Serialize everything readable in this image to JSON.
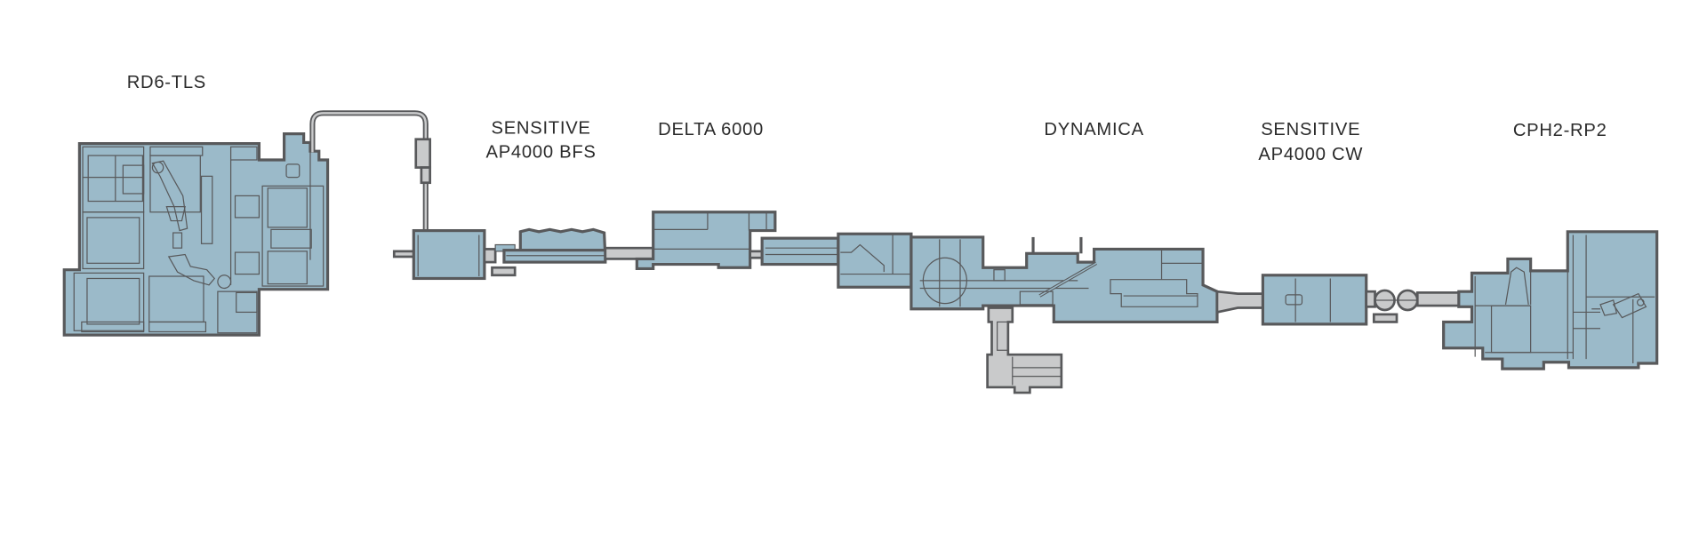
{
  "diagram": {
    "type": "production-line-layout",
    "colors": {
      "machine_fill": "#9bbac9",
      "outline": "#58595b",
      "conveyor_fill": "#c9cacb",
      "label": "#2b2b2b",
      "background": "#ffffff"
    },
    "machines": [
      {
        "id": "rd6",
        "label_lines": [
          "RD6-TLS"
        ]
      },
      {
        "id": "bfs",
        "label_lines": [
          "SENSITIVE",
          "AP4000 BFS"
        ]
      },
      {
        "id": "delta",
        "label_lines": [
          "DELTA 6000"
        ]
      },
      {
        "id": "dynamica",
        "label_lines": [
          "DYNAMICA"
        ]
      },
      {
        "id": "cw",
        "label_lines": [
          "SENSITIVE",
          "AP4000 CW"
        ]
      },
      {
        "id": "cph2",
        "label_lines": [
          "CPH2-RP2"
        ]
      }
    ]
  }
}
